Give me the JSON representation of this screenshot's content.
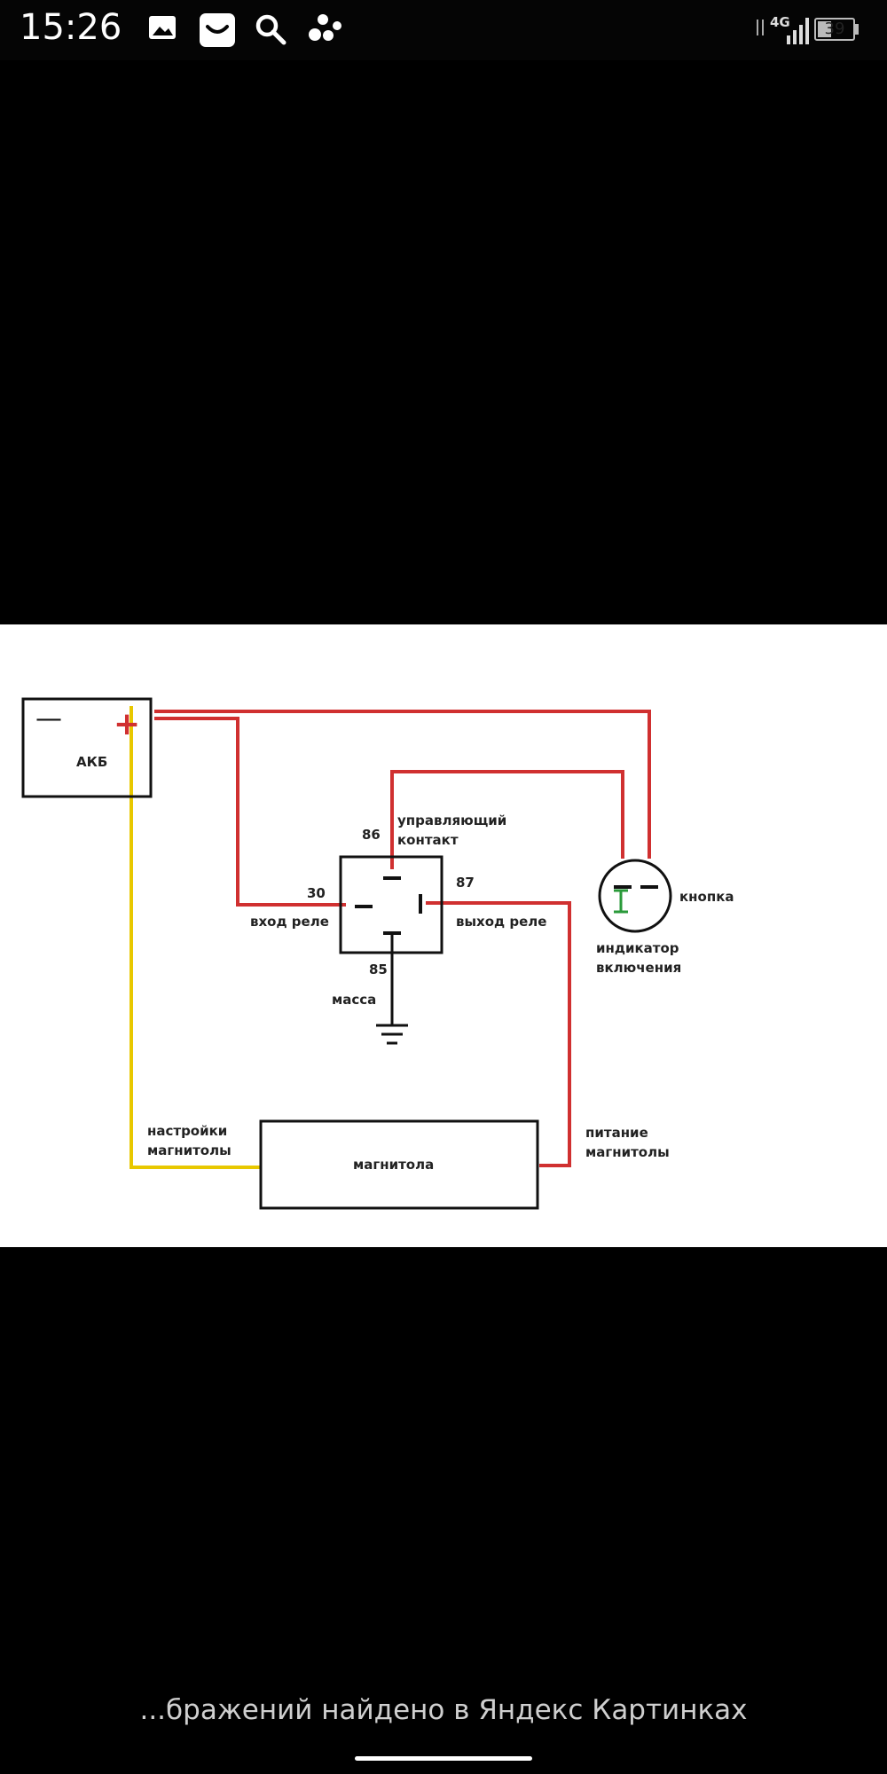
{
  "status_bar": {
    "time": "15:26",
    "network": "4G",
    "battery": "39",
    "battery_fraction": 0.39,
    "icons": [
      "gallery-icon",
      "message-icon",
      "search-icon",
      "app-icon"
    ]
  },
  "diagram": {
    "battery_label": "АКБ",
    "minus": "—",
    "plus": "+",
    "pin86": "86",
    "control_contact_1": "управляющий",
    "control_contact_2": "контакт",
    "pin30": "30",
    "relay_input": "вход реле",
    "pin87": "87",
    "relay_output": "выход реле",
    "pin85": "85",
    "ground": "масса",
    "button": "кнопка",
    "indicator_1": "индикатор",
    "indicator_2": "включения",
    "settings_1": "настройки",
    "settings_2": "магнитолы",
    "radio": "магнитола",
    "power_1": "питание",
    "power_2": "магнитолы",
    "colors": {
      "wire_red": "#d03030",
      "wire_yellow": "#e8c800",
      "indicator_green": "#2a9a3a"
    }
  },
  "caption": "...бражений найдено в Яндекс Картинках"
}
